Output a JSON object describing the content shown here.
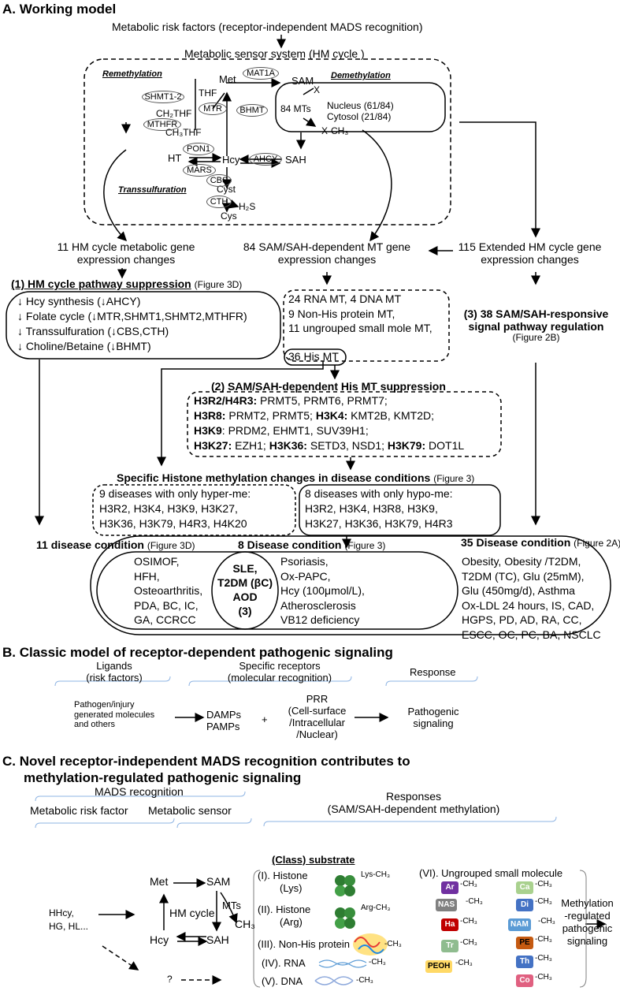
{
  "sectionA": {
    "title": "A. Working model",
    "risk_factors": "Metabolic risk factors (receptor-independent MADS recognition)",
    "sensor_system": "Metabolic sensor system (HM cycle )",
    "remethylation": "Remethylation",
    "demethylation": "Demethylation",
    "transsulfuration": "Transsulfuration",
    "met": "Met",
    "sam": "SAM",
    "sah": "SAH",
    "hcy": "Hcy",
    "ht": "HT",
    "thf": "THF",
    "ch2thf": "CH₂THF",
    "ch3thf": "CH₃THF",
    "cyst": "Cyst",
    "cys": "Cys",
    "h2s": "H₂S",
    "x": "X",
    "xch3": "X-CH₃",
    "mts84": "84 MTs",
    "nucleus": "Nucleus (61/84)",
    "cytosol": "Cytosol (21/84)",
    "enzymes": {
      "mat1a": "MAT1A",
      "shmt": "SHMT1-2",
      "mtr": "MTR",
      "bhmt": "BHMT",
      "mthfr": "MTHFR",
      "pon1": "PON1",
      "mars": "MARS",
      "ahcy": "AHCY",
      "cbs": "CBS",
      "cth": "CTH"
    },
    "gene_changes": {
      "hm_cycle": [
        "11 HM cycle metabolic gene",
        "expression changes"
      ],
      "sam_sah": [
        "84 SAM/SAH-dependent MT gene",
        "expression changes"
      ],
      "extended": [
        "115 Extended HM cycle gene",
        "expression changes"
      ]
    },
    "pathway1": {
      "title": "(1)  HM cycle pathway suppression",
      "ref": "(Figure 3D)",
      "items": [
        "↓ Hcy synthesis (↓AHCY)",
        "↓ Folate cycle (↓MTR,SHMT1,SHMT2,MTHFR)",
        "↓ Transsulfuration (↓CBS,CTH)",
        "↓ Choline/Betaine (↓BHMT)"
      ]
    },
    "mt_box": {
      "items": [
        "24 RNA MT, 4 DNA MT",
        "9 Non-His protein MT,",
        "11 ungrouped small mole MT,"
      ],
      "his": "36 His MT"
    },
    "pathway3": {
      "title": [
        "(3) 38 SAM/SAH-responsive",
        "signal pathway regulation"
      ],
      "ref": "(Figure 2B)"
    },
    "pathway2": {
      "title": "(2) SAM/SAH-dependent His MT suppression",
      "rows": [
        [
          {
            "b": "H3R2/H4R3:"
          },
          {
            "t": " PRMT5, PRMT6, PRMT7;"
          }
        ],
        [
          {
            "b": "H3R8:"
          },
          {
            "t": " PRMT2, PRMT5; "
          },
          {
            "b": "H3K4:"
          },
          {
            "t": " KMT2B, KMT2D;"
          }
        ],
        [
          {
            "b": "H3K9"
          },
          {
            "t": ": PRDM2, EHMT1, SUV39H1;"
          }
        ],
        [
          {
            "b": "H3K27:"
          },
          {
            "t": " EZH1; "
          },
          {
            "b": "H3K36:"
          },
          {
            "t": " SETD3, NSD1; "
          },
          {
            "b": "H3K79:"
          },
          {
            "t": " DOT1L"
          }
        ]
      ]
    },
    "specific": {
      "title": "Specific Histone methylation changes in disease conditions",
      "ref": "(Figure 3)",
      "hyper": [
        "9 diseases with only hyper-me:",
        "H3R2, H3K4, H3K9, H3K27,",
        "H3K36, H3K79, H4R3, H4K20"
      ],
      "hypo": [
        "8 diseases with only hypo-me:",
        "H3R2, H3K4, H3R8, H3K9,",
        "H3K27, H3K36, H3K79, H4R3"
      ]
    },
    "disease35": {
      "title": "35 Disease condition",
      "ref": "(Figure 2A)",
      "items": [
        "Obesity, Obesity /T2DM,",
        "T2DM (TC), Glu (25mM),",
        "Glu (450mg/d), Asthma",
        "Ox-LDL 24 hours, IS, CAD,",
        "HGPS, PD, AD, RA, CC,",
        "ESCC, OC, PC, BA, NSCLC"
      ]
    },
    "disease11": {
      "title": "11 disease condition",
      "ref": "(Figure 3D)",
      "items": [
        "OSIMOF,",
        "HFH,",
        "Osteoarthritis,",
        "PDA, BC, IC,",
        "GA, CCRCC"
      ]
    },
    "disease8": {
      "title": "8 Disease condition",
      "ref": "(Figure 3)",
      "items": [
        "Psoriasis,",
        "Ox-PAPC,",
        "Hcy (100μmol/L),",
        "Atherosclerosis",
        "VB12 deficiency"
      ]
    },
    "overlap": [
      "SLE,",
      "T2DM (βC)",
      "AOD",
      "(3)"
    ]
  },
  "sectionB": {
    "title": "B.  Classic model of receptor-dependent pathogenic signaling",
    "ligands": [
      "Ligands",
      "(risk factors)"
    ],
    "receptors": [
      "Specific receptors",
      "(molecular recognition)"
    ],
    "response": "Response",
    "pathogen": [
      "Pathogen/injury",
      "generated molecules",
      "and others"
    ],
    "damps": [
      "DAMPs",
      "PAMPs"
    ],
    "plus": "+",
    "prr": [
      "PRR",
      "(Cell-surface",
      "/Intracellular",
      "/Nuclear)"
    ],
    "signaling": [
      "Pathogenic",
      "signaling"
    ]
  },
  "sectionC": {
    "title": [
      "C.  Novel receptor-independent MADS recognition contributes to",
      "methylation-regulated pathogenic signaling"
    ],
    "mads": "MADS recognition",
    "risk_factor": "Metabolic risk factor",
    "sensor": "Metabolic sensor",
    "responses": [
      "Responses",
      "(SAM/SAH-dependent methylation)"
    ],
    "class_substrate": "(Class) substrate",
    "inputs": [
      "HHcy,",
      "HG, HL..."
    ],
    "question": "?",
    "met": "Met",
    "sam": "SAM",
    "hcy": "Hcy",
    "sah": "SAH",
    "mts": "MTs",
    "ch3": "CH₃",
    "hm_cycle": "HM cycle",
    "classes": [
      {
        "label": [
          "(I). Histone",
          "(Lys)"
        ],
        "mark": "Lys-CH₃"
      },
      {
        "label": [
          "(II). Histone",
          "(Arg)"
        ],
        "mark": "Arg-CH₃"
      },
      {
        "label": [
          "(III). Non-His protein"
        ],
        "mark": "-CH₃"
      },
      {
        "label": [
          "(IV). RNA"
        ],
        "mark": "-CH₃"
      },
      {
        "label": [
          "(V). DNA"
        ],
        "mark": "-CH₃"
      }
    ],
    "ungrouped": "(VI). Ungrouped small molecule",
    "small_molecules": [
      {
        "abbr": "Ar",
        "color": "#7030a0"
      },
      {
        "abbr": "Ca",
        "color": "#a9d18e"
      },
      {
        "abbr": "NAS",
        "color": "#808080"
      },
      {
        "abbr": "Di",
        "color": "#4472c4"
      },
      {
        "abbr": "Ha",
        "color": "#c00000"
      },
      {
        "abbr": "NAM",
        "color": "#5b9bd5"
      },
      {
        "abbr": "PE",
        "color": "#c55a11"
      },
      {
        "abbr": "Tr",
        "color": "#8fbc8f"
      },
      {
        "abbr": "Th",
        "color": "#4472c4"
      },
      {
        "abbr": "PEOH",
        "color": "#ffd966"
      },
      {
        "abbr": "Co",
        "color": "#e06080"
      }
    ],
    "sm_ch3": "-CH₃",
    "output": [
      "Methylation",
      "-regulated",
      "pathogenic",
      "signaling"
    ]
  }
}
